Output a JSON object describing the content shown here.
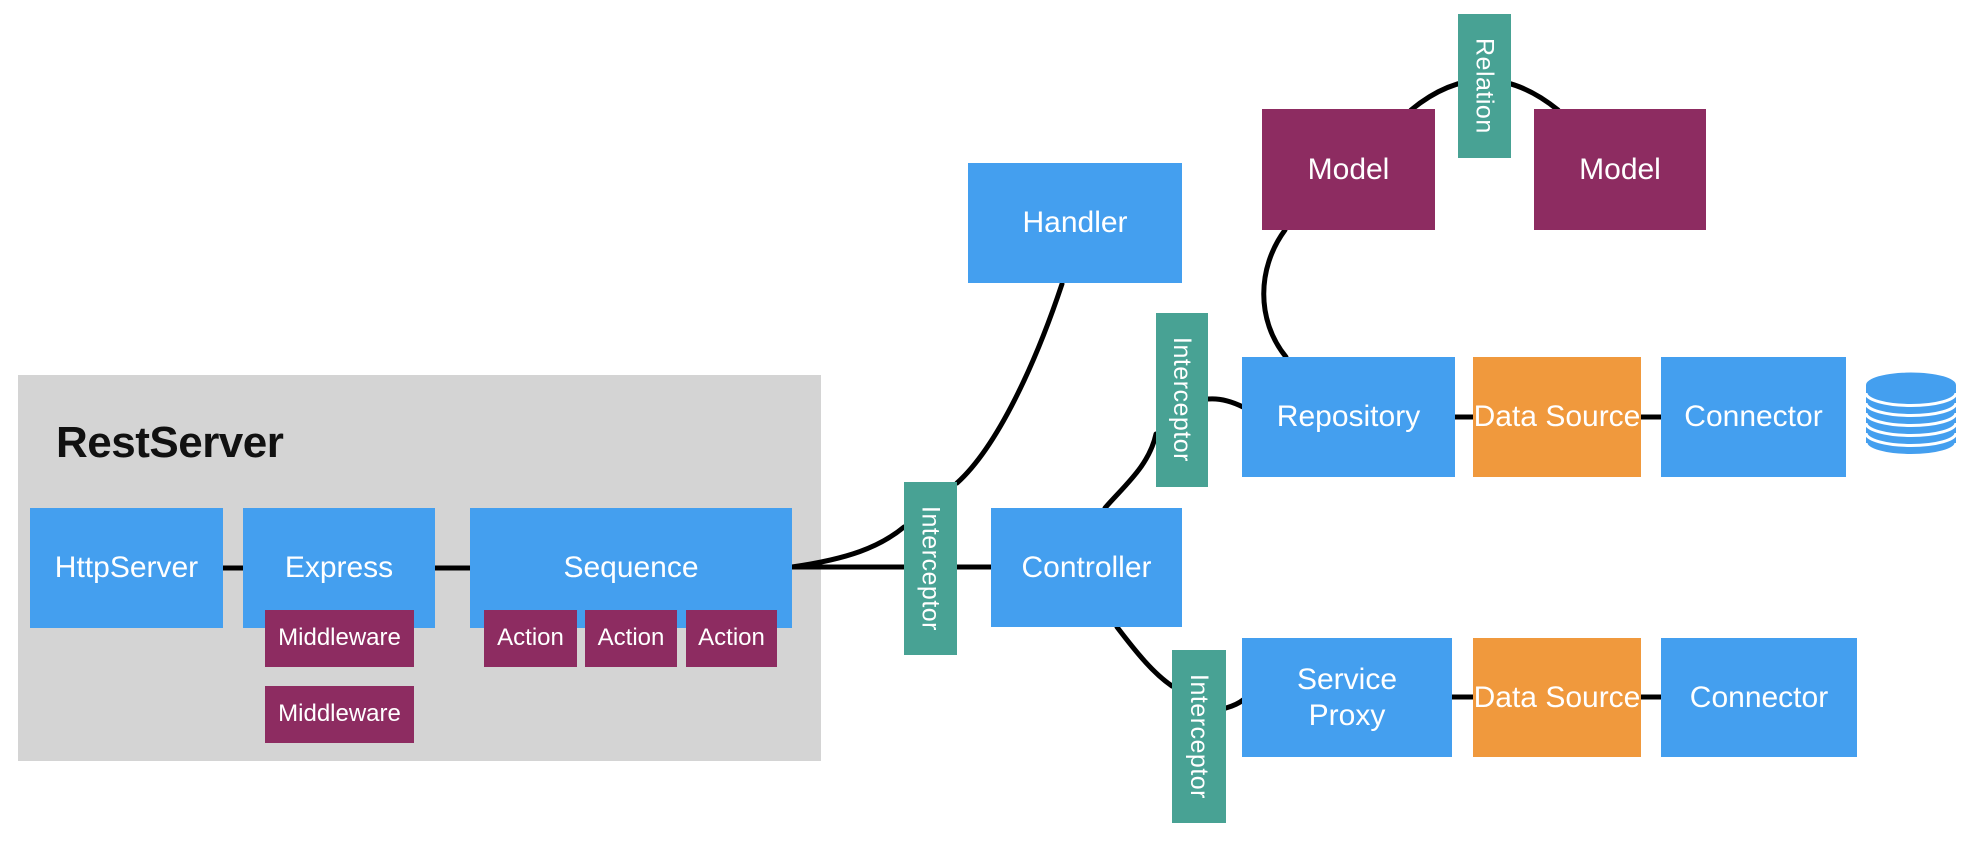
{
  "diagram": {
    "container": {
      "title": "RestServer"
    },
    "nodes": {
      "httpserver": {
        "label": "HttpServer",
        "type": "blue"
      },
      "express": {
        "label": "Express",
        "type": "blue"
      },
      "sequence": {
        "label": "Sequence",
        "type": "blue"
      },
      "middleware1": {
        "label": "Middleware",
        "type": "magenta"
      },
      "middleware2": {
        "label": "Middleware",
        "type": "magenta"
      },
      "action1": {
        "label": "Action",
        "type": "magenta"
      },
      "action2": {
        "label": "Action",
        "type": "magenta"
      },
      "action3": {
        "label": "Action",
        "type": "magenta"
      },
      "interceptor_mid": {
        "label": "Interceptor",
        "type": "teal"
      },
      "controller": {
        "label": "Controller",
        "type": "blue"
      },
      "handler": {
        "label": "Handler",
        "type": "blue"
      },
      "model_left": {
        "label": "Model",
        "type": "magenta"
      },
      "relation": {
        "label": "Relation",
        "type": "teal"
      },
      "model_right": {
        "label": "Model",
        "type": "magenta"
      },
      "interceptor_top": {
        "label": "Interceptor",
        "type": "teal"
      },
      "repository": {
        "label": "Repository",
        "type": "blue"
      },
      "datasource_top": {
        "label": "Data Source",
        "type": "orange"
      },
      "connector_top": {
        "label": "Connector",
        "type": "blue"
      },
      "interceptor_bottom": {
        "label": "Interceptor",
        "type": "teal"
      },
      "serviceproxy": {
        "label": "Service Proxy",
        "type": "blue"
      },
      "datasource_bottom": {
        "label": "Data Source",
        "type": "orange"
      },
      "connector_bottom": {
        "label": "Connector",
        "type": "blue"
      }
    },
    "icons": {
      "database": "database-cylinder-icon"
    },
    "edges": [
      {
        "from": "httpserver",
        "to": "express"
      },
      {
        "from": "express",
        "to": "sequence"
      },
      {
        "from": "sequence",
        "to": "controller"
      },
      {
        "from": "sequence",
        "to": "interceptor_mid"
      },
      {
        "from": "interceptor_mid",
        "to": "handler"
      },
      {
        "from": "controller",
        "to": "interceptor_top"
      },
      {
        "from": "interceptor_top",
        "to": "repository"
      },
      {
        "from": "model_left",
        "to": "repository"
      },
      {
        "from": "model_left",
        "to": "model_right"
      },
      {
        "from": "controller",
        "to": "interceptor_bottom"
      },
      {
        "from": "interceptor_bottom",
        "to": "serviceproxy"
      },
      {
        "from": "repository",
        "to": "datasource_top"
      },
      {
        "from": "datasource_top",
        "to": "connector_top"
      },
      {
        "from": "serviceproxy",
        "to": "datasource_bottom"
      },
      {
        "from": "datasource_bottom",
        "to": "connector_bottom"
      }
    ],
    "colors": {
      "blue": "#449fef",
      "magenta": "#8d2c61",
      "teal": "#48a294",
      "orange": "#f0993d",
      "container_gray": "#d4d4d4",
      "edge": "#000000",
      "label_text": "#ffffff",
      "title_text": "#111111"
    }
  }
}
